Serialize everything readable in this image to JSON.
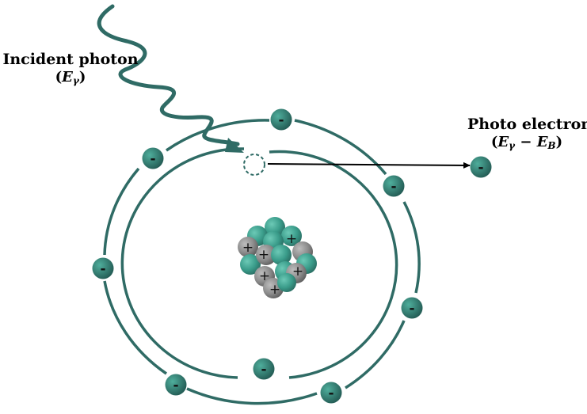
{
  "labels": {
    "incident": {
      "title": "Incident photon",
      "open": "(",
      "symbol": "E",
      "sub": "γ",
      "close": ")"
    },
    "photo": {
      "title": "Photo electron",
      "open": "(",
      "symbol_a": "E",
      "sub_a": "γ",
      "minus": " − ",
      "symbol_b": "E",
      "sub_b": "B",
      "close": ")"
    }
  },
  "electron_sign": "-",
  "proton_sign": "+",
  "colors": {
    "orbit": "#2f6b65",
    "electron": "#2b5f5a",
    "photon": "#2f6b65",
    "arrow": "#000000",
    "nucleon_teal": "#3aa08e",
    "nucleon_grey": "#8a8a8a"
  },
  "icons": [
    "electron-icon",
    "nucleus-icon",
    "photon-wave-icon",
    "arrow-icon"
  ]
}
